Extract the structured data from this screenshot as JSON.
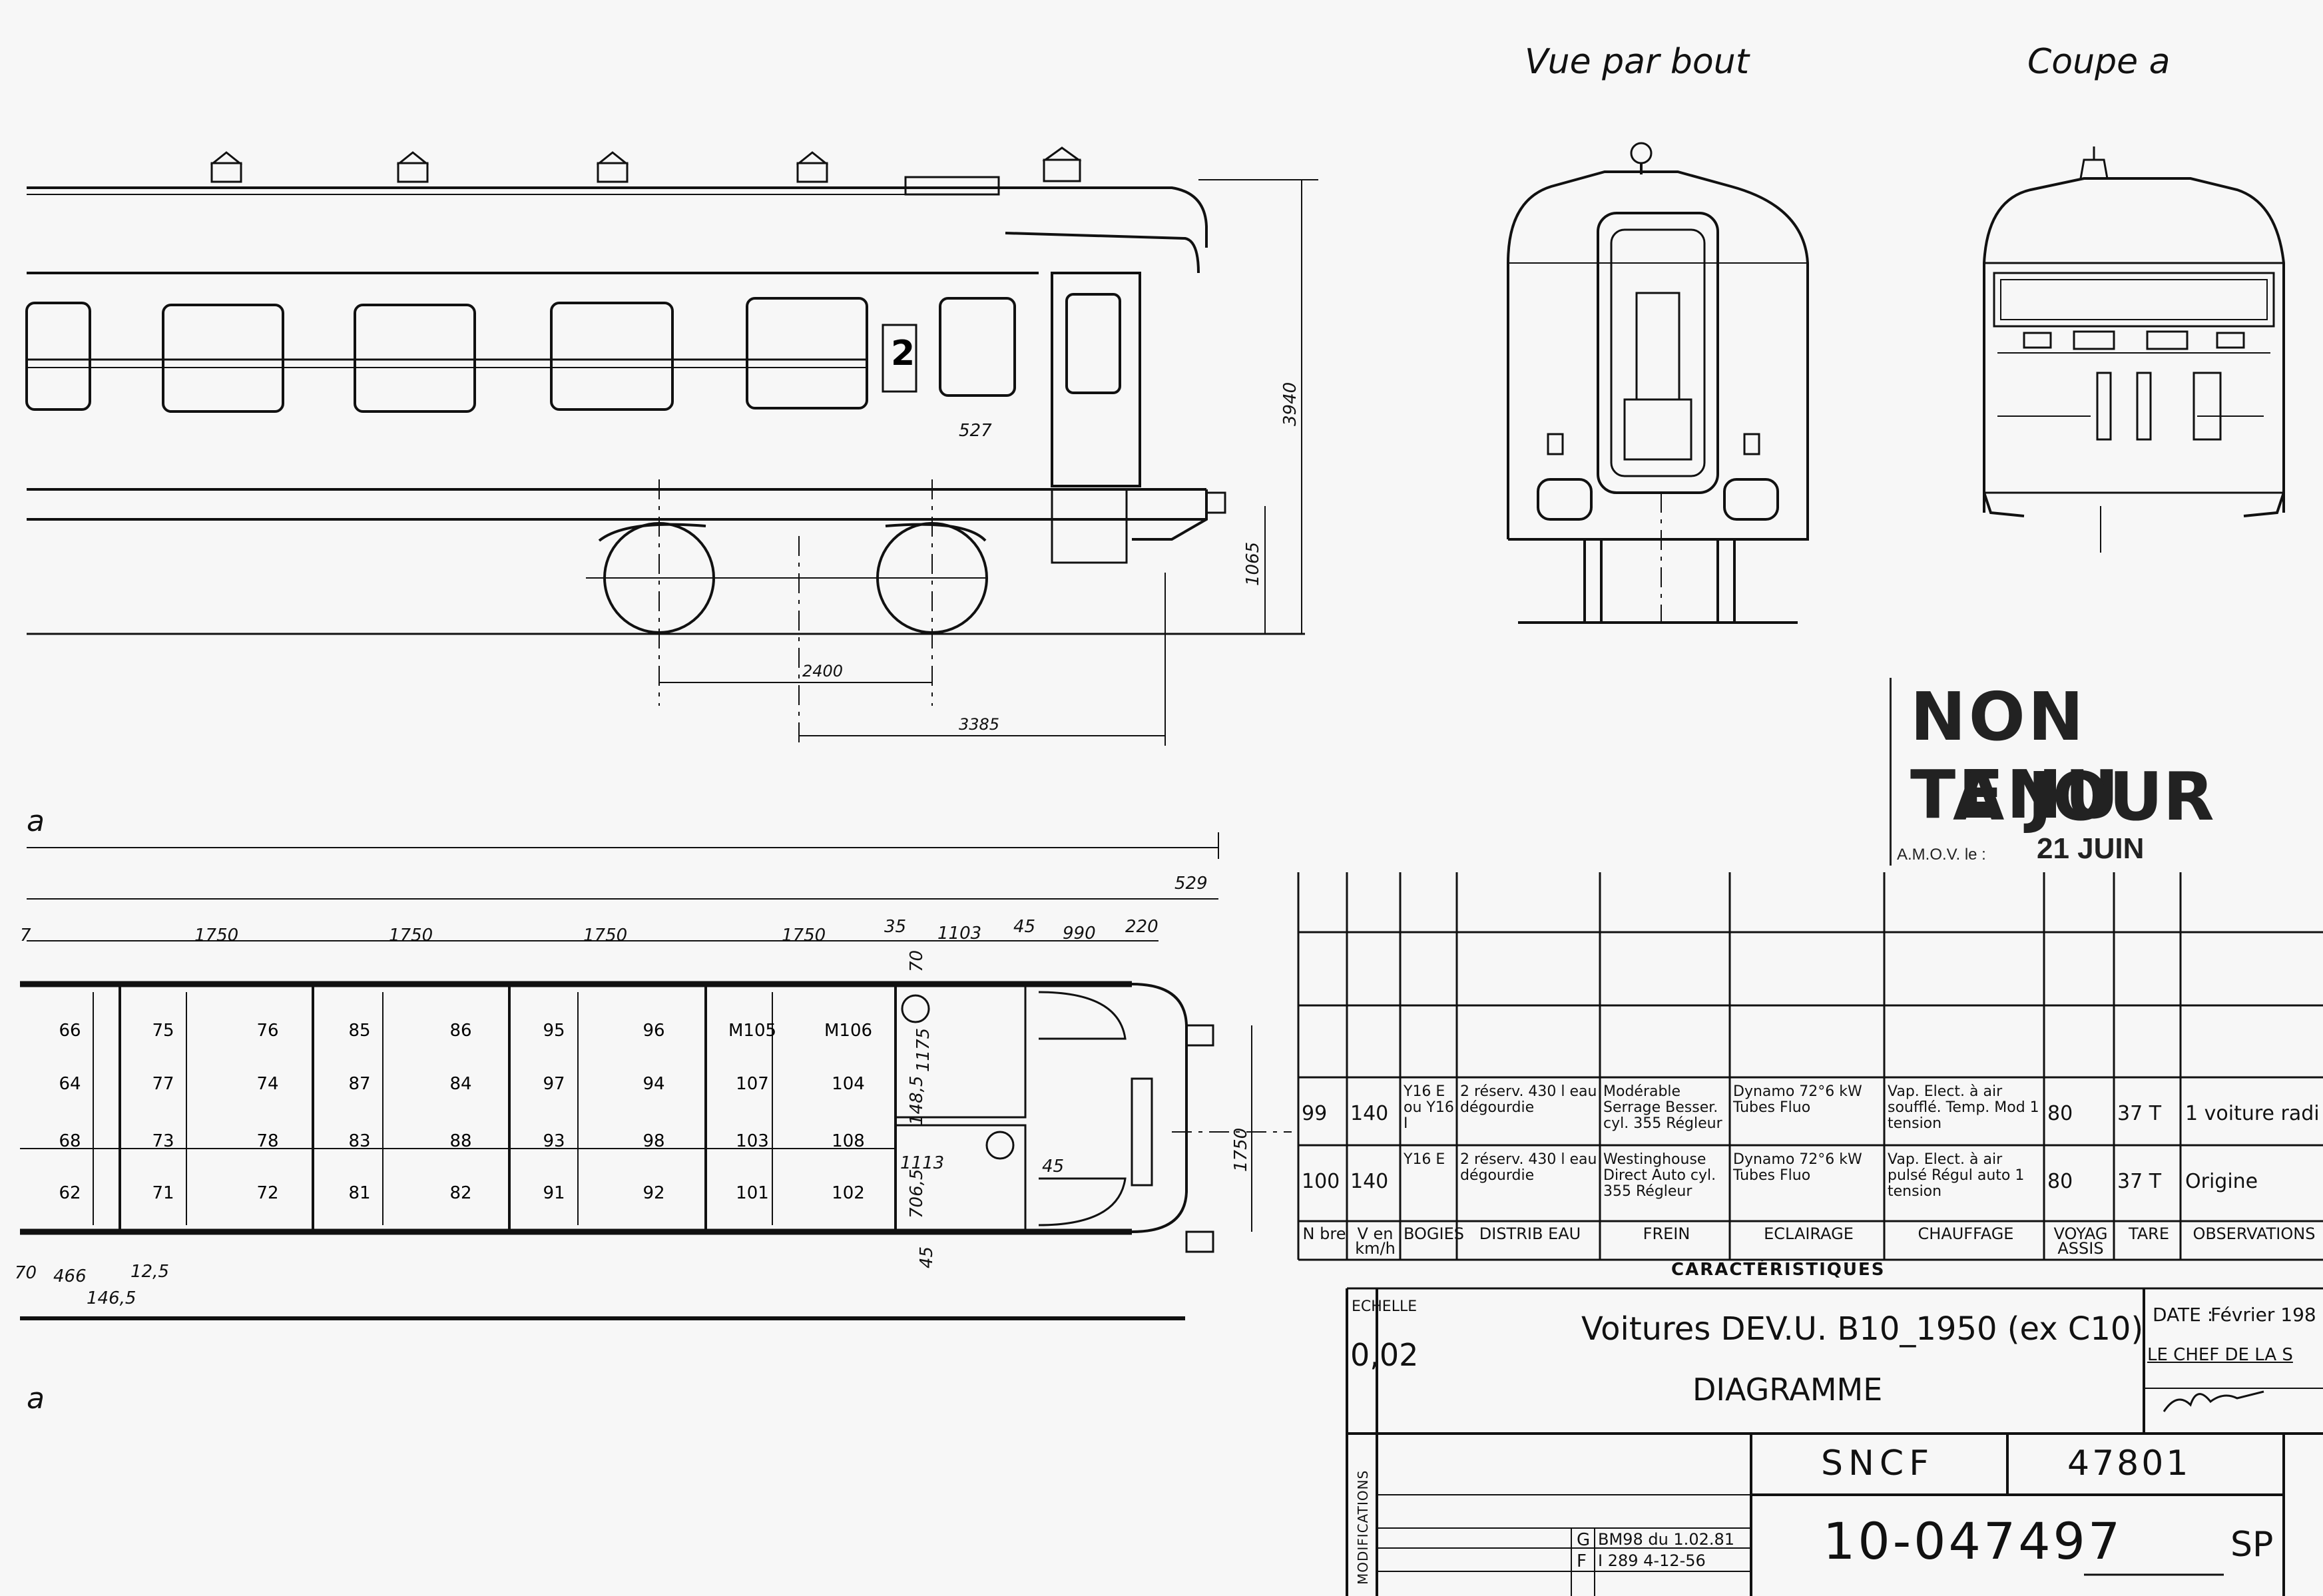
{
  "views": {
    "end_view_title": "Vue par bout",
    "section_title": "Coupe a",
    "section_marker": "a",
    "number_plate": "2"
  },
  "elevation_dims": {
    "height_total": "3940",
    "buffer_height": "1065",
    "bogie_wheelbase": "2400",
    "bogie_center": "3385",
    "window": "527"
  },
  "plan_dims": {
    "bays": [
      "1750",
      "1750",
      "1750",
      "1750"
    ],
    "end_dims": [
      "35",
      "1103",
      "45",
      "990",
      "220",
      "529"
    ],
    "interior": [
      "70",
      "1175",
      "148,5",
      "1113",
      "706,5",
      "45",
      "45"
    ],
    "width": "1750",
    "bottom": [
      "70",
      "466",
      "12,5",
      "146,5"
    ],
    "left_partial": "7"
  },
  "seats": [
    [
      "66",
      "64",
      "68",
      "62"
    ],
    [
      "75",
      "77",
      "73",
      "71"
    ],
    [
      "76",
      "74",
      "78",
      "72"
    ],
    [
      "85",
      "87",
      "83",
      "81"
    ],
    [
      "86",
      "84",
      "88",
      "82"
    ],
    [
      "95",
      "97",
      "93",
      "91"
    ],
    [
      "96",
      "94",
      "98",
      "92"
    ],
    [
      "M105",
      "107",
      "103",
      "101"
    ],
    [
      "M106",
      "104",
      "108",
      "102"
    ]
  ],
  "stamp": {
    "line1": "NON TENU",
    "line2": "A JOUR",
    "amov": "A.M.O.V. le :",
    "date": "21 JUIN"
  },
  "characteristics": {
    "rows": [
      [
        "99",
        "140",
        "Y16 E ou Y16 I",
        "2 réserv. 430 l eau dégourdie",
        "Modérable Serrage Besser. cyl. 355 Régleur",
        "Dynamo 72°6 kW Tubes Fluo",
        "Vap. Elect. à air soufflé. Temp. Mod 1 tension",
        "80",
        "37 T",
        "1 voiture radi"
      ],
      [
        "100",
        "140",
        "Y16 E",
        "2 réserv. 430 l eau dégourdie",
        "Westinghouse Direct Auto cyl. 355 Régleur",
        "Dynamo 72°6 kW Tubes Fluo",
        "Vap. Elect. à air pulsé Régul auto 1 tension",
        "80",
        "37 T",
        "Origine"
      ]
    ],
    "headers": [
      "N bre",
      "V en km/h",
      "BOGIES",
      "DISTRIB EAU",
      "FREIN",
      "ECLAIRAGE",
      "CHAUFFAGE",
      "VOYAG ASSIS",
      "TARE",
      "OBSERVATIONS"
    ],
    "caption": "CARACTÉRISTIQUES"
  },
  "title_block": {
    "echelle_label": "ECHELLE",
    "echelle_value": "0,02",
    "title": "Voitures DEV.U. B10_1950 (ex C10)",
    "subtitle": "DIAGRAMME",
    "date_label": "DATE :",
    "date_value": "Février 198",
    "chef": "LE CHEF DE LA S",
    "modifications_label": "MODIFICATIONS",
    "mod_rows": [
      {
        "letter": "G",
        "text": "BM98 du 1.02.81"
      },
      {
        "letter": "F",
        "text": "I 289 4-12-56"
      }
    ],
    "company": "SNCF",
    "number": "47801",
    "drawing_no": "10-047497",
    "suffix": "SP"
  }
}
